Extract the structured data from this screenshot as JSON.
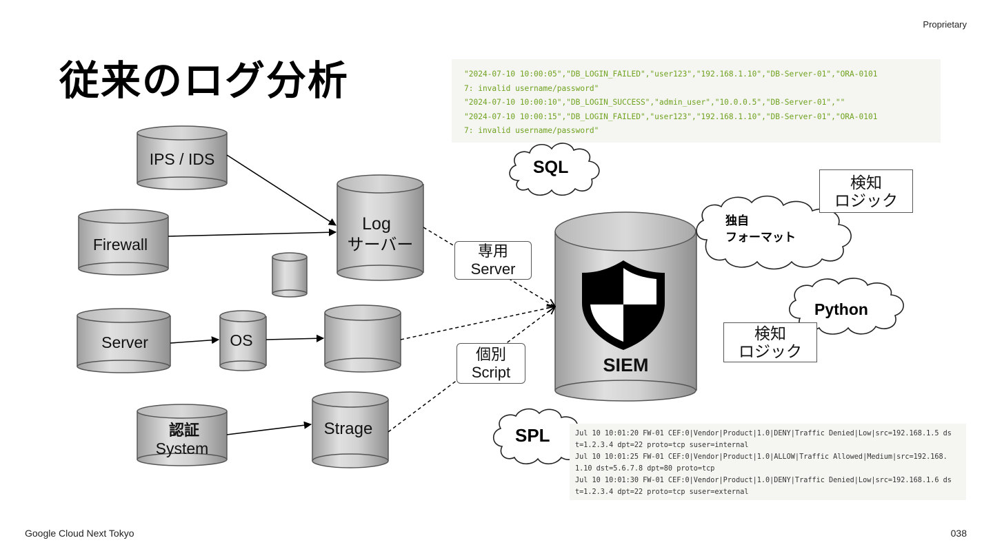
{
  "header": {
    "proprietary": "Proprietary",
    "title": "従来のログ分析"
  },
  "footer": {
    "event": "Google Cloud Next Tokyo",
    "page_number": "038"
  },
  "sources": {
    "ips": "IPS / IDS",
    "firewall": "Firewall",
    "server": "Server",
    "os": "OS",
    "auth_line1": "認証",
    "auth_line2": "System",
    "strage": "Strage"
  },
  "log_server": {
    "line1": "Log",
    "line2": "サーバー"
  },
  "siem": {
    "label": "SIEM"
  },
  "connectors": {
    "dedicated": {
      "line1": "専用",
      "line2": "Server"
    },
    "script": {
      "line1": "個別",
      "line2": "Script"
    }
  },
  "clouds": {
    "sql": "SQL",
    "proprietary_line1": "独自",
    "proprietary_line2": "フォーマット",
    "python": "Python",
    "spl": "SPL"
  },
  "detection_boxes": [
    {
      "line1": "検知",
      "line2": "ロジック"
    },
    {
      "line1": "検知",
      "line2": "ロジック"
    }
  ],
  "db_log_lines": [
    "\"2024-07-10 10:00:05\",\"DB_LOGIN_FAILED\",\"user123\",\"192.168.1.10\",\"DB-Server-01\",\"ORA-0101",
    "7: invalid username/password\"",
    "\"2024-07-10 10:00:10\",\"DB_LOGIN_SUCCESS\",\"admin_user\",\"10.0.0.5\",\"DB-Server-01\",\"\"",
    "\"2024-07-10 10:00:15\",\"DB_LOGIN_FAILED\",\"user123\",\"192.168.1.10\",\"DB-Server-01\",\"ORA-0101",
    "7: invalid username/password\""
  ],
  "cef_log_lines": [
    "Jul 10 10:01:20 FW-01 CEF:0|Vendor|Product|1.0|DENY|Traffic Denied|Low|src=192.168.1.5 ds",
    "t=1.2.3.4 dpt=22 proto=tcp suser=internal",
    "Jul 10 10:01:25 FW-01 CEF:0|Vendor|Product|1.0|ALLOW|Traffic Allowed|Medium|src=192.168.",
    "1.10 dst=5.6.7.8 dpt=80 proto=tcp",
    "Jul 10 10:01:30 FW-01 CEF:0|Vendor|Product|1.0|DENY|Traffic Denied|Low|src=192.168.1.6 ds",
    "t=1.2.3.4 dpt=22 proto=tcp suser=external"
  ]
}
